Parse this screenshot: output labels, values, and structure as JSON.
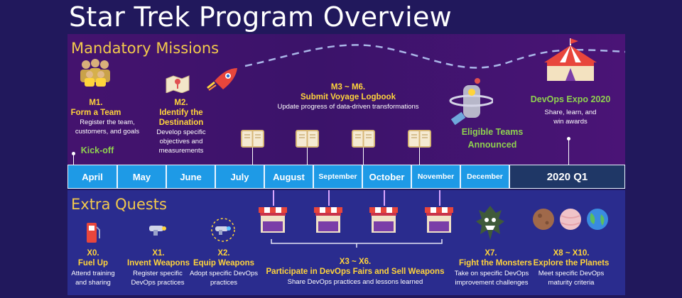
{
  "title": "Star Trek Program Overview",
  "mandatory": {
    "heading": "Mandatory Missions",
    "kickoff": "Kick-off",
    "m1": {
      "code": "M1.",
      "name": "Form a Team",
      "desc1": "Register the team,",
      "desc2": "customers, and goals"
    },
    "m2": {
      "code": "M2.",
      "name1": "Identify the",
      "name2": "Destination",
      "desc1": "Develop specific",
      "desc2": "objectives and",
      "desc3": "measurements"
    },
    "m36": {
      "code": "M3 ~ M6.",
      "name": "Submit Voyage Logbook",
      "desc": "Update progress of data-driven transformations"
    },
    "eligible": {
      "line1": "Eligible Teams",
      "line2": "Announced"
    },
    "expo": {
      "name": "DevOps Expo 2020",
      "desc1": "Share, learn, and",
      "desc2": "win awards"
    }
  },
  "timeline": [
    "April",
    "May",
    "June",
    "July",
    "August",
    "September",
    "October",
    "November",
    "December",
    "2020 Q1"
  ],
  "extra": {
    "heading": "Extra Quests",
    "x0": {
      "code": "X0.",
      "name": "Fuel Up",
      "desc1": "Attend training",
      "desc2": "and sharing"
    },
    "x1": {
      "code": "X1.",
      "name": "Invent Weapons",
      "desc1": "Register specific",
      "desc2": "DevOps practices"
    },
    "x2": {
      "code": "X2.",
      "name": "Equip Weapons",
      "desc1": "Adopt specific DevOps",
      "desc2": "practices"
    },
    "x36": {
      "code": "X3 ~ X6.",
      "name": "Participate in DevOps Fairs and Sell Weapons",
      "desc": "Share DevOps practices and lessons learned"
    },
    "x7": {
      "code": "X7.",
      "name": "Fight the Monsters",
      "desc1": "Take on specific DevOps",
      "desc2": "improvement challenges"
    },
    "x810": {
      "code": "X8 ~ X10.",
      "name": "Explore the Planets",
      "desc1": "Meet specific DevOps",
      "desc2": "maturity criteria"
    }
  },
  "colors": {
    "background": "#21185c",
    "mission_panel": "#44136e",
    "quest_panel": "#2a2c8e",
    "timeline_cell": "#1e9ae6",
    "timeline_q1": "#1f3766",
    "heading": "#f2c94c",
    "label": "#ffd43b",
    "green": "#8fd14f"
  }
}
